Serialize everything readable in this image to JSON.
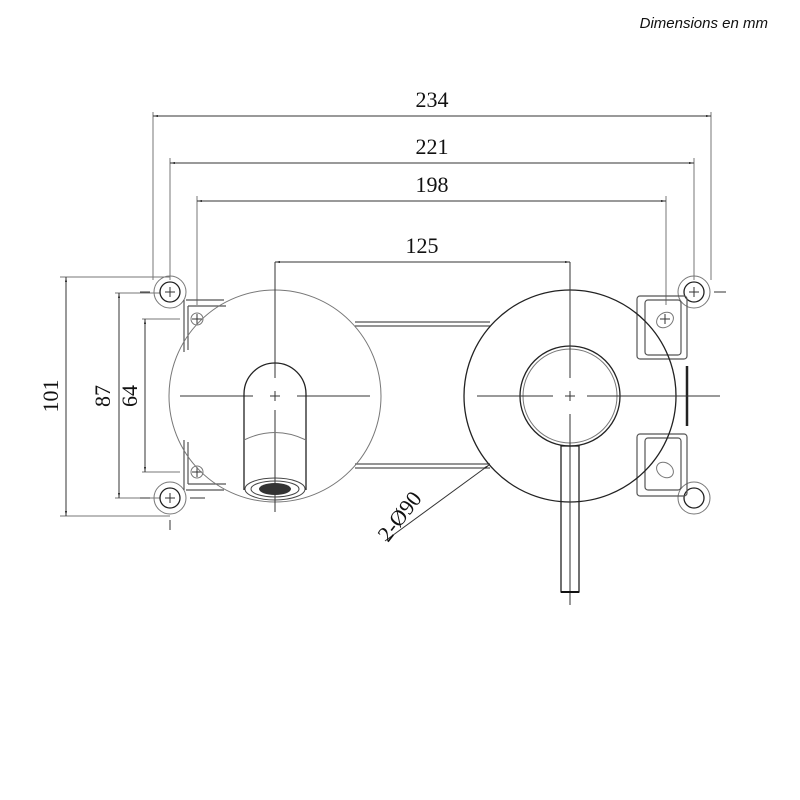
{
  "header": {
    "note": "Dimensions en mm"
  },
  "dimensions": {
    "horizontal": [
      {
        "id": "overall_width",
        "label": "234"
      },
      {
        "id": "mounting_hole_span",
        "label": "221"
      },
      {
        "id": "bracket_span",
        "label": "198"
      },
      {
        "id": "center_distance",
        "label": "125"
      }
    ],
    "vertical": [
      {
        "id": "overall_height",
        "label": "101"
      },
      {
        "id": "hole_height",
        "label": "87"
      },
      {
        "id": "inner_height",
        "label": "64"
      }
    ],
    "diameter": {
      "id": "plate_diameter",
      "label": "2-Ø90"
    }
  },
  "components": {
    "left": "spout-plate",
    "right": "mixer-handle-plate",
    "body": "in-wall-box"
  }
}
